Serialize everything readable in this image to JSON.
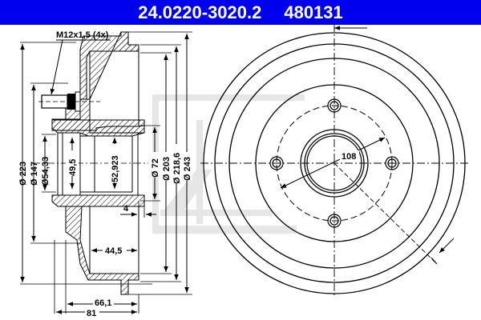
{
  "header": {
    "part_number": "24.0220-3020.2",
    "ref_number": "480131",
    "background_color": "#0000ee",
    "text_color": "#ffffff"
  },
  "section_view": {
    "thread_label": "M12x1,5 (4x)",
    "dimensions": {
      "d223": "Ø 223",
      "d147": "Ø 147",
      "d54_33": "Ø54,33",
      "d49_5": "49,5",
      "d52_923": "52,923",
      "d72": "Ø 72",
      "d203": "Ø 203",
      "d218_6": "Ø 218,6",
      "d243": "Ø 243",
      "w4": "4",
      "w44_5": "44,5",
      "w66_1": "66,1",
      "w81": "81"
    }
  },
  "front_view": {
    "pcd_label": "108",
    "bolt_holes": 4
  },
  "watermark": {
    "brand": "ate",
    "color": "#e4e4e4"
  }
}
